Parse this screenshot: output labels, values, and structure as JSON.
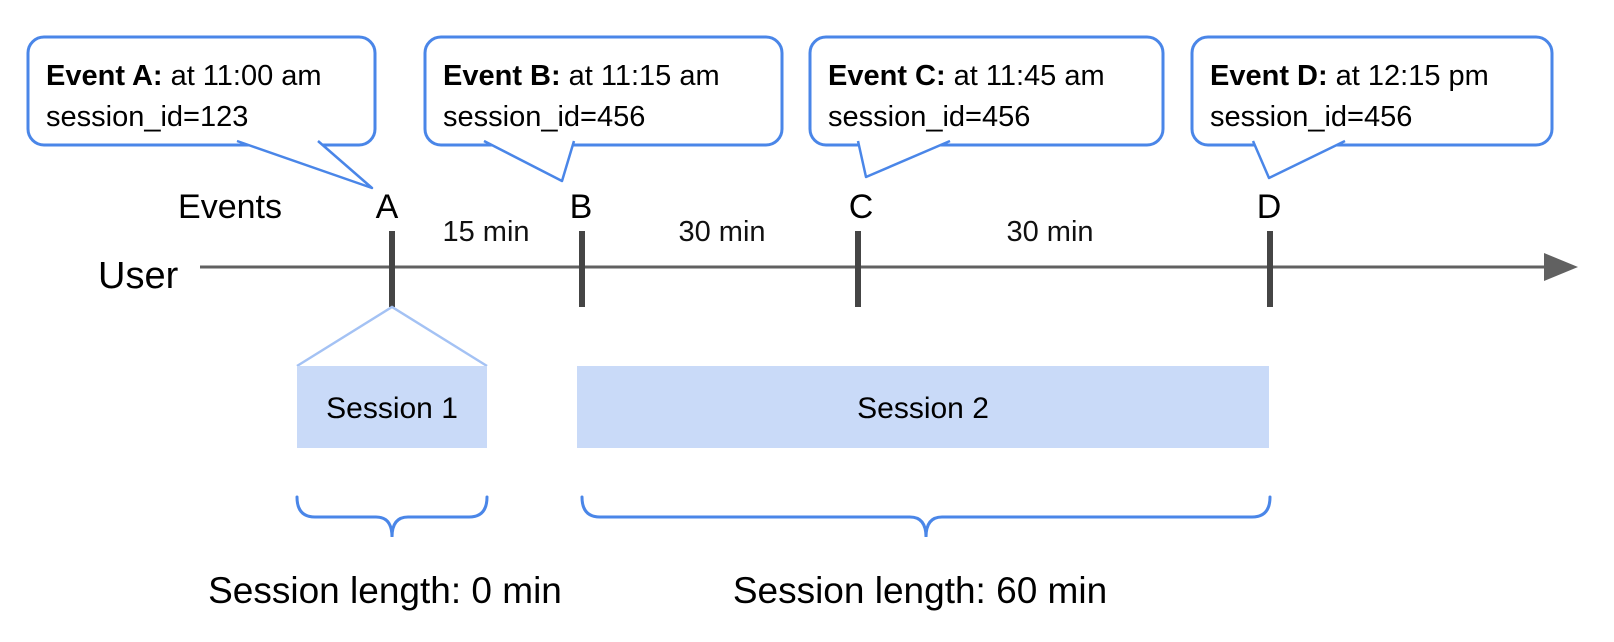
{
  "diagram": {
    "axis": {
      "events_label": "Events",
      "user_label": "User"
    },
    "bubbles": [
      {
        "bold": "Event A:",
        "rest": "at 11:00 am",
        "session": "session_id=123"
      },
      {
        "bold": "Event B:",
        "rest": "at 11:15 am",
        "session": "session_id=456"
      },
      {
        "bold": "Event C:",
        "rest": "at 11:45 am",
        "session": "session_id=456"
      },
      {
        "bold": "Event D:",
        "rest": "at 12:15 pm",
        "session": "session_id=456"
      }
    ],
    "markers": [
      "A",
      "B",
      "C",
      "D"
    ],
    "intervals": [
      "15 min",
      "30 min",
      "30 min"
    ],
    "sessions": [
      {
        "label": "Session 1",
        "length": "Session length: 0 min"
      },
      {
        "label": "Session 2",
        "length": "Session length: 60 min"
      }
    ],
    "colors": {
      "bubble_border": "#4a86e8",
      "brace": "#4a86e8",
      "session_fill": "#c9daf8",
      "funnel_line": "#a4c2f4",
      "axis_line": "#616161",
      "tick": "#454545",
      "text": "#000000"
    }
  }
}
